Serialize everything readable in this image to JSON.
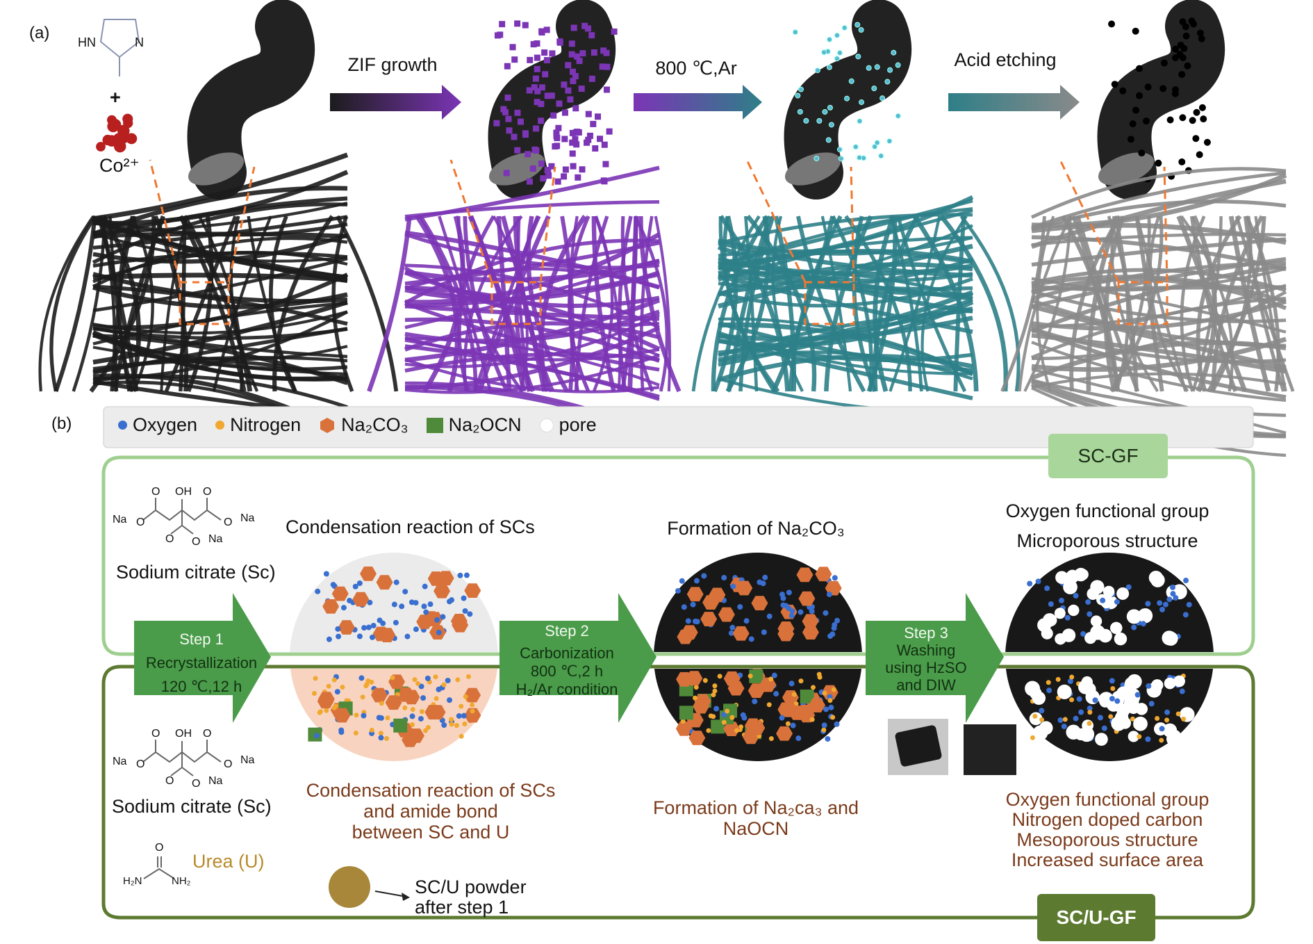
{
  "panel_a": {
    "label": "(a)",
    "imidazole": {
      "hn": "HN",
      "n": "N"
    },
    "plus": "+",
    "cobalt": "Co²⁺",
    "arrows": [
      "ZIF growth",
      "800 ℃,Ar",
      "Acid etching"
    ],
    "colors": {
      "black": "#1c1c1c",
      "purple": "#7b35b5",
      "teal": "#2e7f88",
      "gray": "#8a8a8a",
      "dash": "#f07830"
    }
  },
  "panel_b": {
    "label": "(b)",
    "legend": [
      {
        "label": "Oxygen",
        "icon": "blue-dot"
      },
      {
        "label": "Nitrogen",
        "icon": "orange-dot"
      },
      {
        "label": "Na₂CO₃",
        "icon": "orange-hexagon"
      },
      {
        "label": "Na₂OCN",
        "icon": "green-square"
      },
      {
        "label": "pore",
        "icon": "white-circle"
      }
    ],
    "molecule": {
      "o": "O",
      "oh": "OH",
      "na": "Na"
    },
    "top": {
      "box_label": "SC-GF",
      "precursor": "Sodium citrate (Sc)",
      "stage1": "Condensation reaction of SCs",
      "stage2": "Formation of Na₂CO₃",
      "stage3": [
        "Oxygen functional group",
        "Microporous structure"
      ]
    },
    "steps": [
      {
        "title": "Step 1",
        "lines": [
          "Recrystallization",
          "120 ℃,12 h"
        ]
      },
      {
        "title": "Step 2",
        "lines": [
          "Carbonization",
          "800 ℃,2 h",
          "H₂/Ar condition"
        ]
      },
      {
        "title": "Step 3",
        "lines": [
          "Washing",
          "using HzSO",
          "and DIW"
        ]
      }
    ],
    "bottom": {
      "box_label": "SC/U-GF",
      "precursor": "Sodium citrate (Sc)",
      "urea_label": "Urea (U)",
      "urea": {
        "o": "O",
        "h2n": "H₂N",
        "nh2": "NH₂"
      },
      "powder_caption": [
        "SC/U powder",
        "after step 1"
      ],
      "stage1": [
        "Condensation reaction of SCs",
        "and amide bond",
        "between SC and U"
      ],
      "stage2": [
        "Formation of Na₂ca₃ and",
        "NaOCN"
      ],
      "stage3": [
        "Oxygen functional group",
        "Nitrogen doped carbon",
        "Mesoporous structure",
        "Increased surface area"
      ]
    },
    "colors": {
      "oxygen": "#3a6fd0",
      "nitrogen": "#f0a830",
      "na2co3": "#d9723a",
      "na2ocn": "#4f8a3a",
      "arrow": "#4a9c4a",
      "top_border": "#9fcf8f",
      "bottom_border": "#5c7a30"
    }
  }
}
